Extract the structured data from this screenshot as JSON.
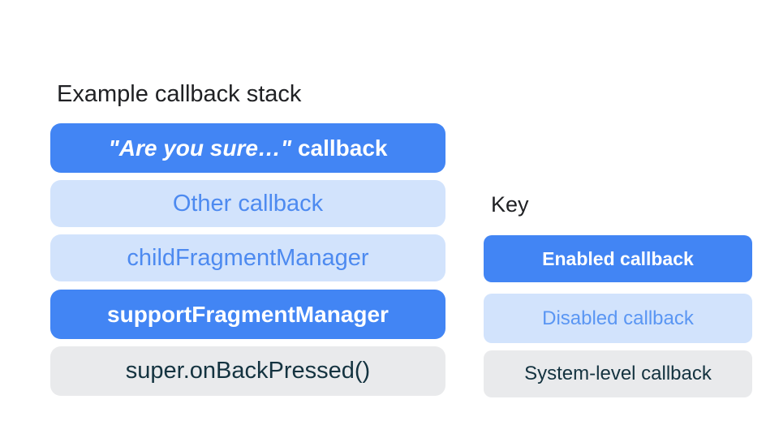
{
  "colors": {
    "canvas_bg": "#FFFFFF",
    "enabled_bg": "#4285F4",
    "enabled_text": "#FFFFFF",
    "disabled_bg": "#D2E3FC",
    "disabled_text": "#4D8AF0",
    "disabled_key_text": "#5A96F3",
    "system_bg": "#E9EAEC",
    "system_text": "#143340",
    "heading_text": "#202124"
  },
  "stack": {
    "title": "Example callback stack",
    "items": [
      {
        "quote": "\"Are you sure…\"",
        "rest": " callback",
        "type": "enabled"
      },
      {
        "label": "Other callback",
        "type": "disabled"
      },
      {
        "label": "childFragmentManager",
        "type": "disabled"
      },
      {
        "label": "supportFragmentManager",
        "type": "enabled"
      },
      {
        "label": "super.onBackPressed()",
        "type": "system"
      }
    ]
  },
  "key": {
    "title": "Key",
    "items": [
      {
        "label": "Enabled callback",
        "type": "enabled"
      },
      {
        "label": "Disabled callback",
        "type": "disabled"
      },
      {
        "label": "System-level callback",
        "type": "system"
      }
    ]
  }
}
